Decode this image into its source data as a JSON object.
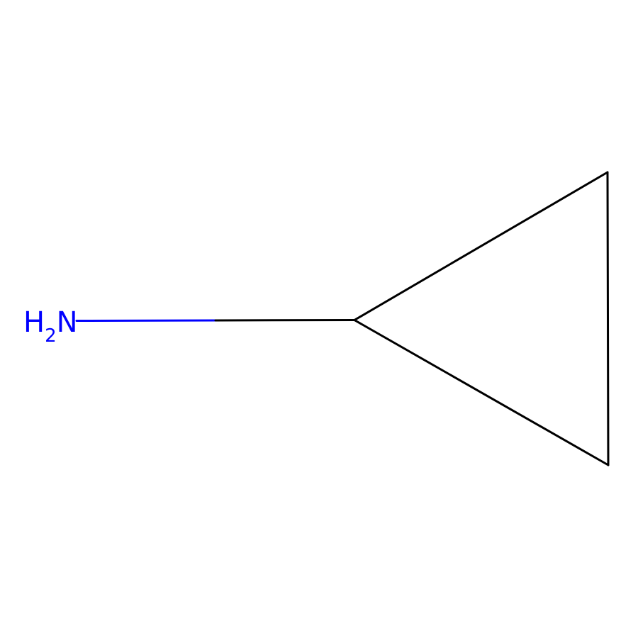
{
  "molecule": {
    "atoms": {
      "amine": {
        "prefix": "H",
        "subscript": "2",
        "element": "N",
        "color": "#0000ff"
      }
    },
    "bond_colors": {
      "carbon": "#000000",
      "nitrogen": "#0000ff"
    },
    "background": "#ffffff"
  }
}
